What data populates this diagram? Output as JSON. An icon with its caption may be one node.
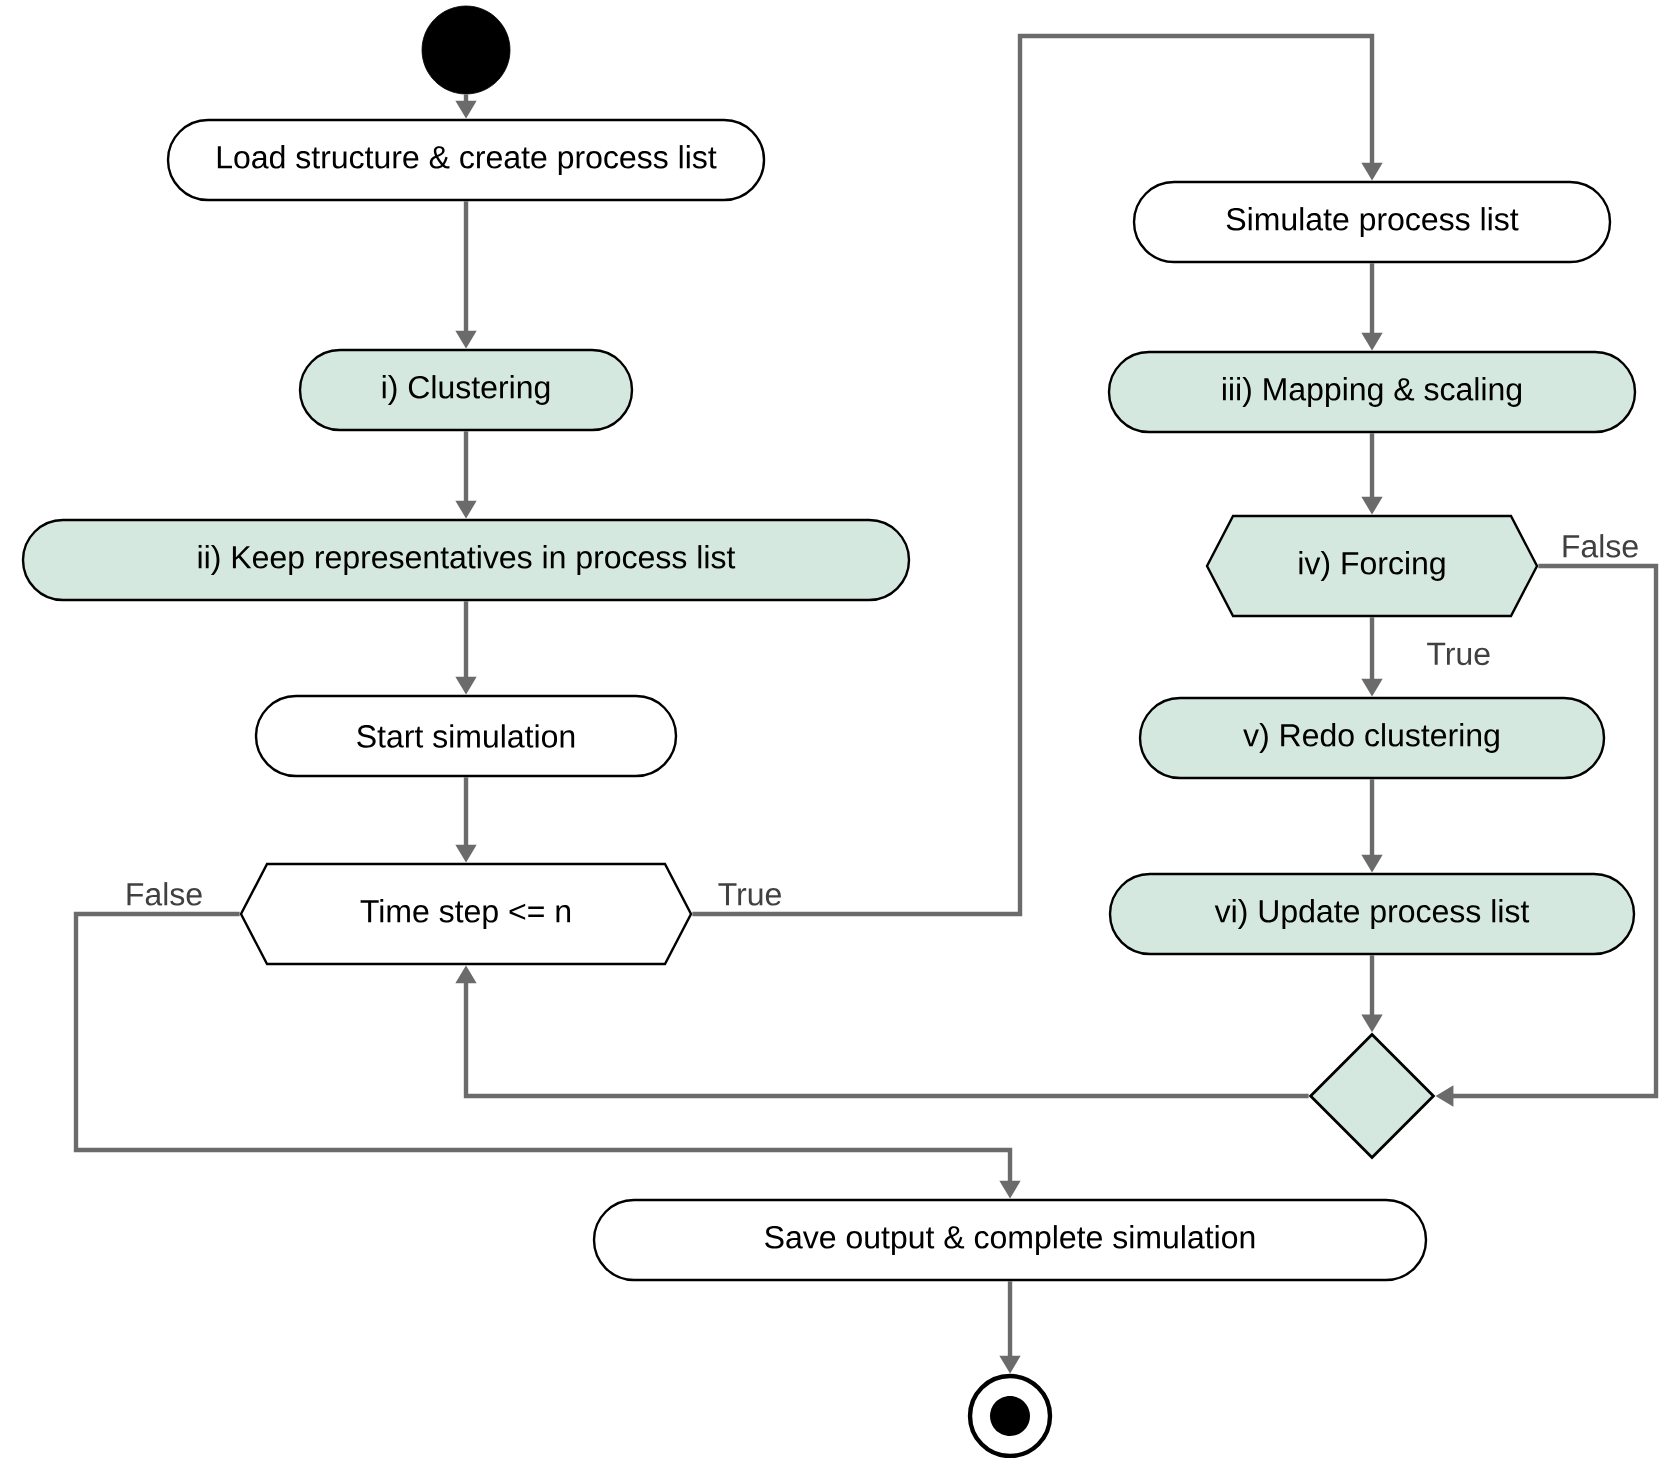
{
  "diagram": {
    "nodes": [
      {
        "text": [],
        "shape": "circle"
      },
      {
        "text": [
          "Load structure & create process list"
        ]
      },
      {
        "text": [
          "i) Clustering"
        ]
      },
      {
        "text": [
          "ii) Keep representatives in process list"
        ]
      },
      {
        "text": [
          "Start simulation"
        ]
      },
      {
        "text": [
          "Time step <= n"
        ]
      },
      {
        "text": [
          "Simulate process list"
        ]
      },
      {
        "text": [
          "iii) Mapping & scaling"
        ]
      },
      {
        "text": [
          "iv) Forcing"
        ]
      },
      {
        "text": [
          "v) Redo clustering"
        ]
      },
      {
        "text": [
          "vi) Update process list"
        ]
      },
      {
        "text": [],
        "shape": "diamond"
      },
      {
        "text": [
          "Save output & complete simulation"
        ]
      },
      {
        "text": [],
        "shape": "circle"
      }
    ],
    "edges": [
      {
        "from": 0,
        "to": 1,
        "arrow": "to"
      },
      {
        "from": 1,
        "to": 2,
        "arrow": "to"
      },
      {
        "from": 2,
        "to": 3,
        "arrow": "to"
      },
      {
        "from": 3,
        "to": 4,
        "arrow": "to"
      },
      {
        "from": 4,
        "to": 5,
        "arrow": "to"
      },
      {
        "from": 5,
        "to": 6,
        "arrow": "to",
        "label": "True"
      },
      {
        "from": 5,
        "to": 12,
        "arrow": "to",
        "label": "False"
      },
      {
        "from": 6,
        "to": 7,
        "arrow": "to"
      },
      {
        "from": 7,
        "to": 8,
        "arrow": "to"
      },
      {
        "from": 8,
        "to": 9,
        "arrow": "to",
        "label": "True"
      },
      {
        "from": 9,
        "to": 10,
        "arrow": "to"
      },
      {
        "from": 8,
        "to": 11,
        "arrow": "to",
        "label": "False"
      },
      {
        "from": 10,
        "to": 11,
        "arrow": "to"
      },
      {
        "from": 11,
        "to": 5,
        "arrow": "to"
      },
      {
        "from": 12,
        "to": 13,
        "arrow": "to"
      }
    ]
  }
}
